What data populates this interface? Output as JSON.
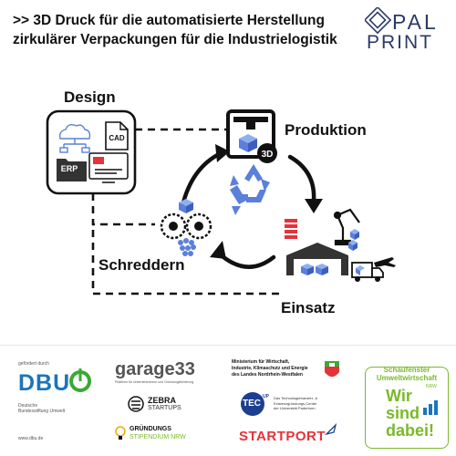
{
  "header": {
    "title_line1": ">> 3D Druck für die automatisierte Herstellung",
    "title_line2": "zirkulärer Verpackungen für die Industrielogistik",
    "logo_top": "PAL",
    "logo_bottom": "PRINT"
  },
  "diagram": {
    "design_label": "Design",
    "produktion_label": "Produktion",
    "schreddern_label": "Schreddern",
    "einsatz_label": "Einsatz",
    "cad_label": "CAD",
    "erp_label": "ERP",
    "printer_badge": "3D",
    "cycle_icon": "recycle-icon"
  },
  "sponsors": {
    "dbu": {
      "funded_by": "gefördert durch",
      "name": "DBU",
      "line1": "Deutsche",
      "line2": "Bundesstiftung Umwelt",
      "url": "www.dbu.de"
    },
    "garage33": {
      "name": "garage33",
      "tagline": "Plattform für Unternehmertum und Gründungsförderung"
    },
    "zebra": {
      "name": "ZEBRA",
      "sub": "STARTUPS"
    },
    "gruendung": {
      "line1": "GRÜNDUNGS",
      "line2": "STIPENDIUM NRW"
    },
    "ministry": {
      "line1": "Ministerium für Wirtschaft,",
      "line2": "Industrie, Klimaschutz und Energie",
      "line3": "des Landes Nordrhein-Westfalen"
    },
    "tecup": {
      "name": "TEC",
      "sup": "UP",
      "desc1": "Das Technologietransfer- &",
      "desc2": "Existenzgründungs-Center",
      "desc3": "der Universität Paderborn"
    },
    "startport": {
      "name": "STARTPORT"
    },
    "schaufenster": {
      "line1": "Schaufenster",
      "line2": "Umweltwirtschaft",
      "region": "NRW",
      "slogan1": "Wir",
      "slogan2": "sind",
      "slogan3": "dabei!"
    }
  },
  "colors": {
    "accent_blue": "#5b7fdb",
    "dark": "#111111",
    "pal_navy": "#2b3a67",
    "dbu_blue": "#1b75bb",
    "dbu_green": "#3aa935",
    "startport_red": "#e5323b",
    "nrw_green": "#7ab929",
    "tec_blue": "#1d3f8f"
  }
}
